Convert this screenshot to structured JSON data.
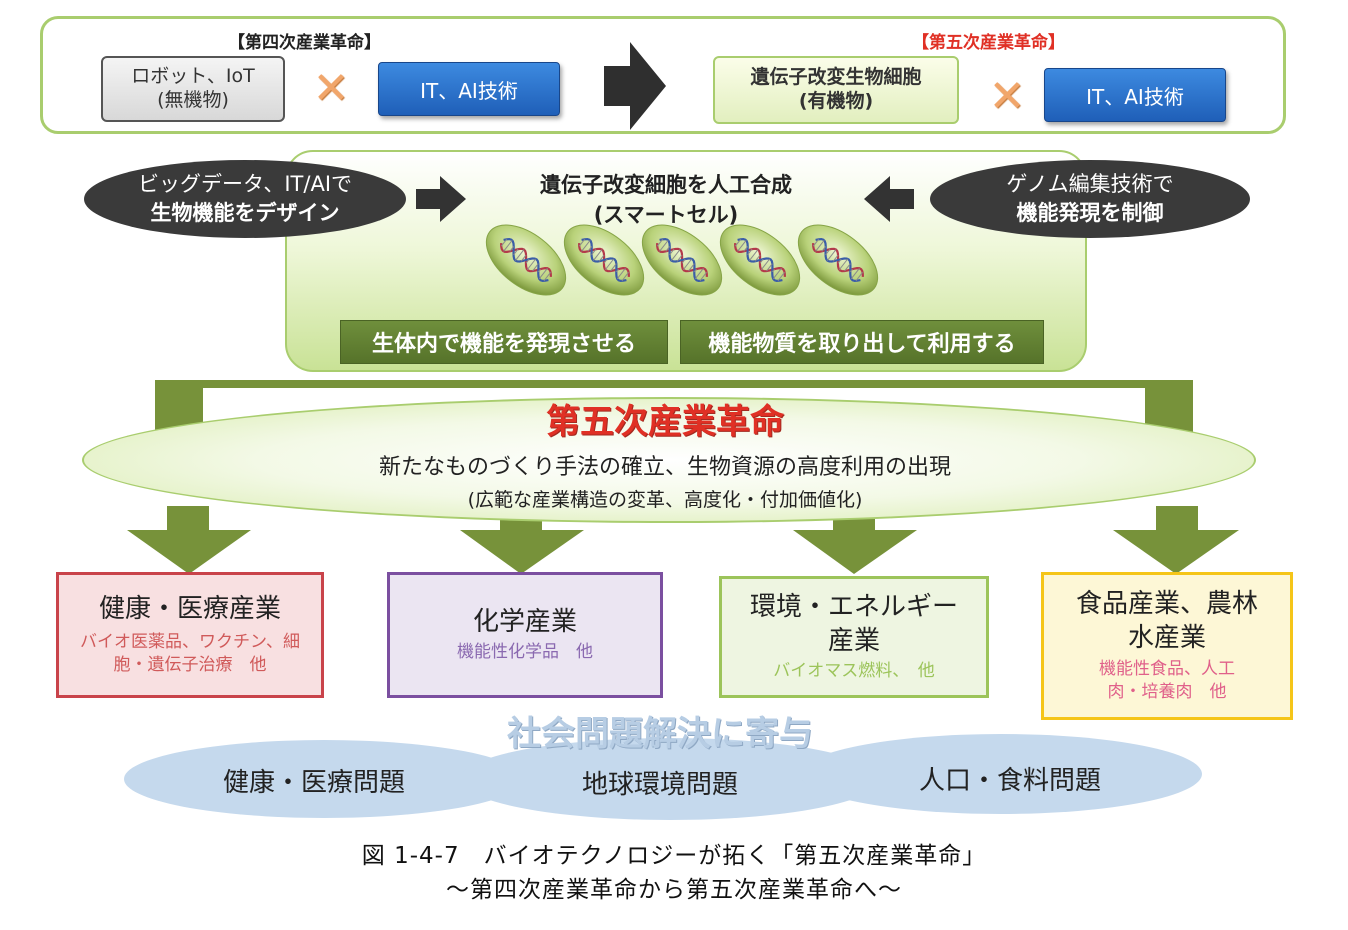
{
  "top": {
    "fourth_title": "【第四次産業革命】",
    "fifth_title": "【第五次産業革命】",
    "fourth_box_line1": "ロボット、IoT",
    "fourth_box_line2": "(無機物)",
    "fourth_tech": "IT、AI技術",
    "fifth_box_line1": "遺伝子改変生物細胞",
    "fifth_box_line2": "(有機物)",
    "fifth_tech": "IT、AI技術"
  },
  "middle": {
    "left_oval_line1": "ビッグデータ、IT/AIで",
    "left_oval_line2": "生物機能をデザイン",
    "center_line1": "遺伝子改変細胞を人工合成",
    "center_line2": "(スマートセル)",
    "right_oval_line1": "ゲノム編集技術で",
    "right_oval_line2": "機能発現を制御",
    "band_left": "生体内で機能を発現させる",
    "band_right": "機能物質を取り出して利用する",
    "cell_count": 5
  },
  "revolution": {
    "title": "第五次産業革命",
    "line1": "新たなものづくり手法の確立、生物資源の高度利用の出現",
    "line2": "(広範な産業構造の変革、高度化・付加価値化)"
  },
  "industries": [
    {
      "title": "健康・医療産業",
      "sub": "バイオ医薬品、ワクチン、細胞・遺伝子治療　他",
      "border": "#c9434a",
      "bg": "#f8e0e1",
      "subcolor": "#d05a5a"
    },
    {
      "title": "化学産業",
      "sub": "機能性化学品　他",
      "border": "#7b4fa0",
      "bg": "#ebe5f2",
      "subcolor": "#8a69b0"
    },
    {
      "title": "環境・エネルギー産業",
      "sub": "バイオマス燃料、　他",
      "border": "#9cc45a",
      "bg": "#eef5e1",
      "subcolor": "#9cc45a"
    },
    {
      "title": "食品産業、農林水産業",
      "sub": "機能性食品、人工肉・培養肉　他",
      "border": "#f5c518",
      "bg": "#fdf7d6",
      "subcolor": "#e0608a"
    }
  ],
  "social": {
    "heading": "社会問題解決に寄与",
    "items": [
      "健康・医療問題",
      "地球環境問題",
      "人口・食料問題"
    ]
  },
  "caption": {
    "line1": "図 1-4-7　バイオテクノロジーが拓く「第五次産業革命」",
    "line2": "～第四次産業革命から第五次産業革命へ～"
  },
  "colors": {
    "accent_green": "#a9cd6e",
    "arrow_green": "#77923a",
    "title_red": "#e03025",
    "tech_blue": "#2a6fc9"
  }
}
